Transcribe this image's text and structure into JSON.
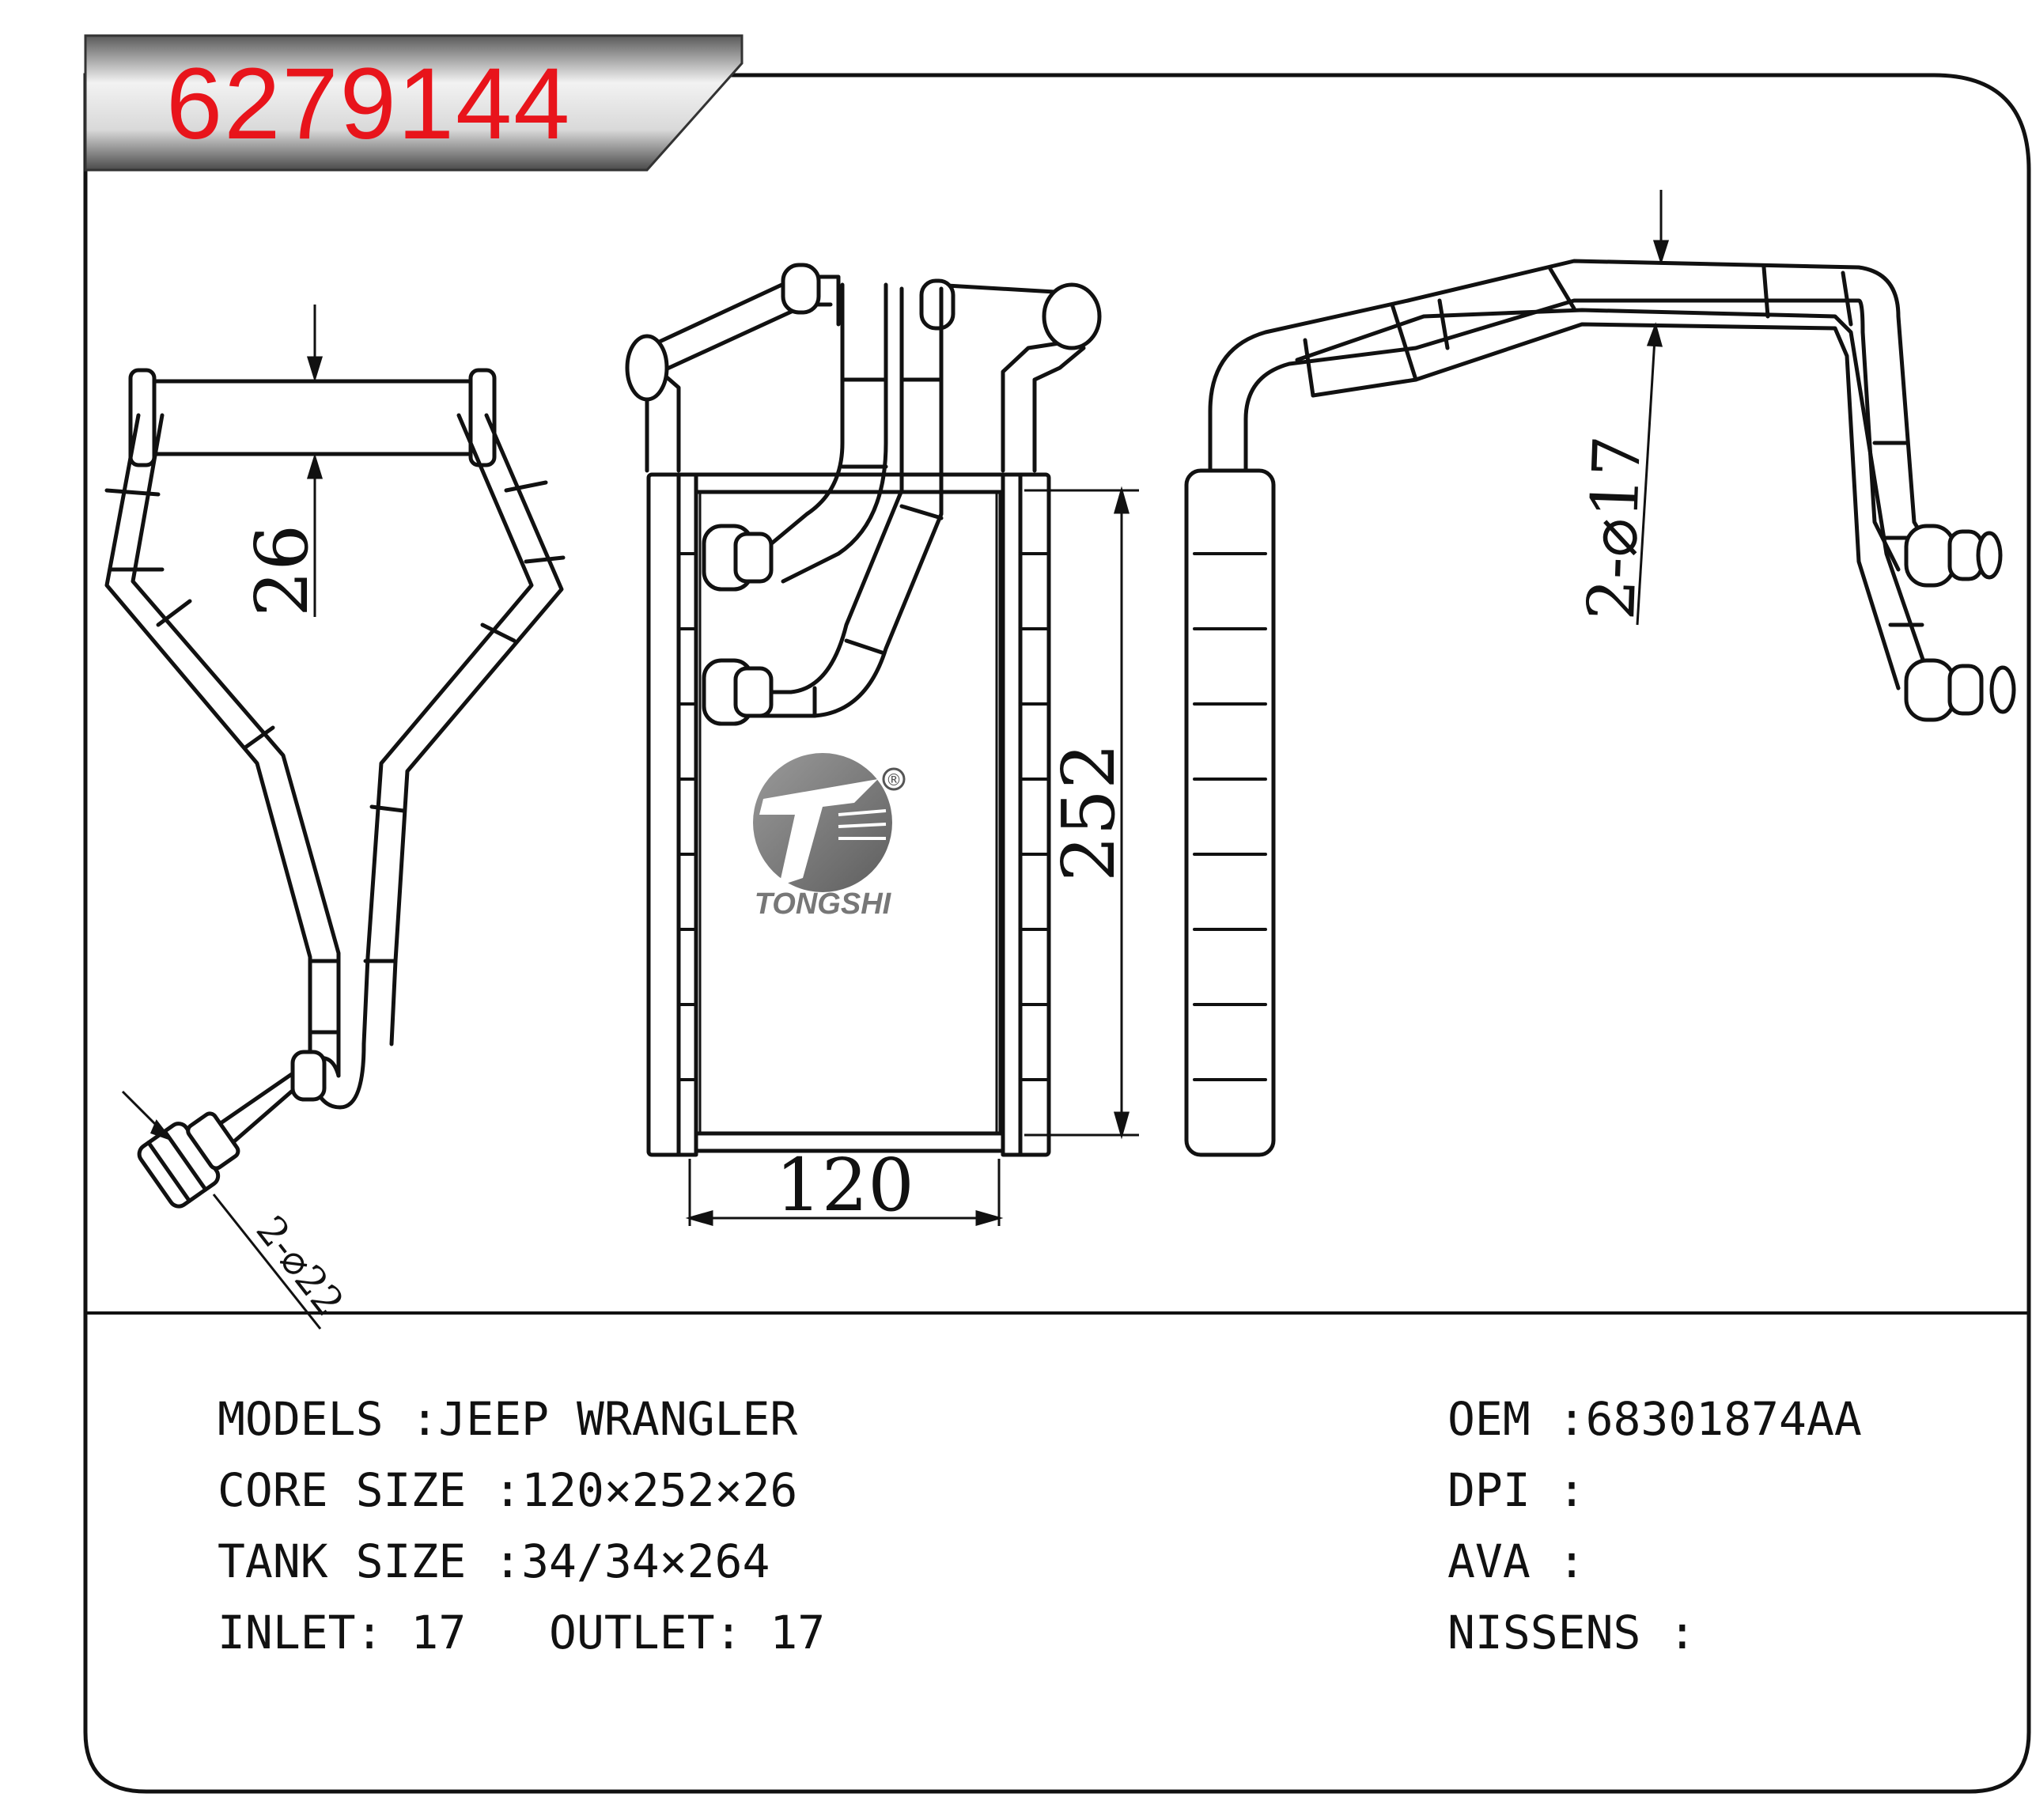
{
  "part_number": "6279144",
  "dimensions": {
    "thickness": "26",
    "height": "252",
    "width": "120",
    "outlet_diameter": "2-⌀17",
    "inlet_diameter": "2-⌀22"
  },
  "logo": {
    "brand": "TONGSHI",
    "registered": "®"
  },
  "specs": {
    "models": "MODELS :JEEP WRANGLER",
    "core_size": "CORE SIZE :120×252×26",
    "tank_size": "TANK SIZE :34/34×264",
    "inlet_outlet": "INLET: 17   OUTLET: 17",
    "oem": "OEM :68301874AA",
    "dpi": "DPI :",
    "ava": "AVA :",
    "nissens": "NISSENS :"
  }
}
